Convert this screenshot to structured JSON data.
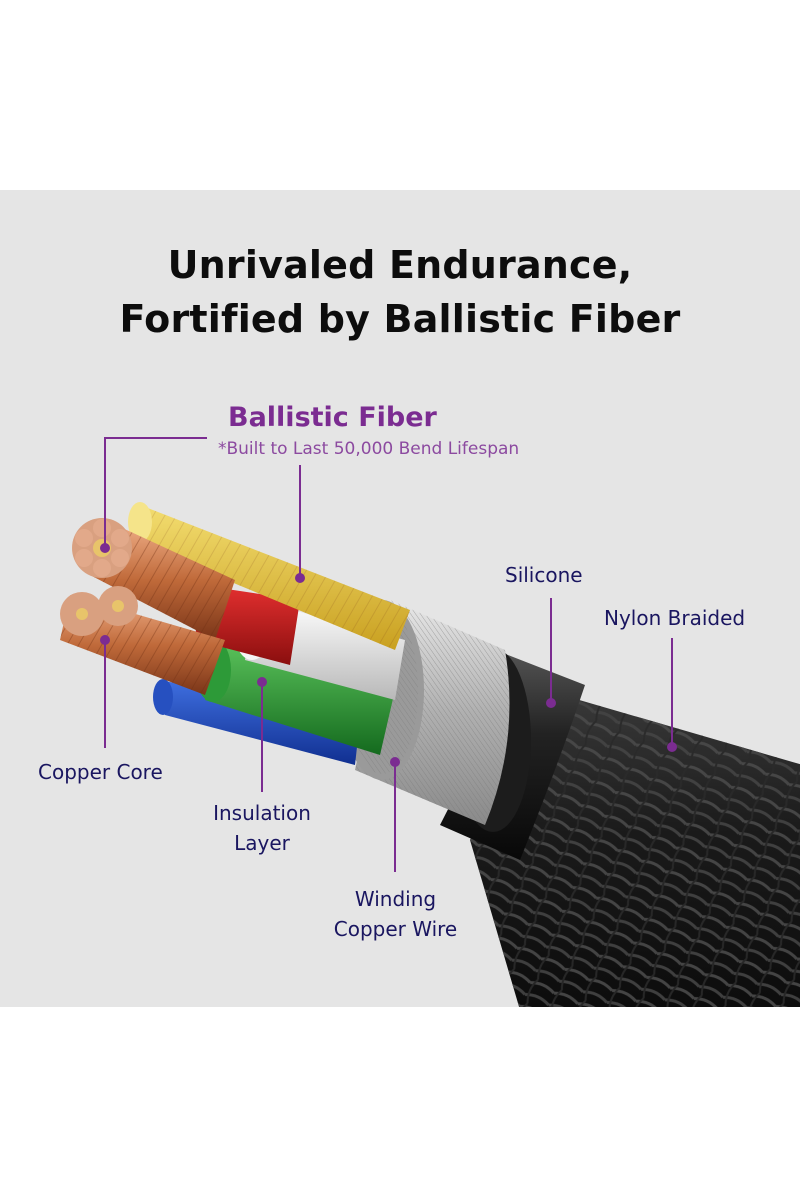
{
  "title": {
    "line1": "Unrivaled Endurance,",
    "line2": "Fortified by Ballistic Fiber"
  },
  "callouts": {
    "ballistic_fiber": {
      "label": "Ballistic Fiber",
      "note": "*Built to Last 50,000 Bend Lifespan"
    },
    "silicone": "Silicone",
    "nylon_braided": "Nylon Braided",
    "copper_core": "Copper Core",
    "insulation_layer": [
      "Insulation",
      "Layer"
    ],
    "winding_copper_wire": [
      "Winding",
      "Copper Wire"
    ]
  },
  "colors": {
    "accent": "#7b2c91",
    "label": "#1a1660",
    "panel": "#e5e5e5"
  }
}
